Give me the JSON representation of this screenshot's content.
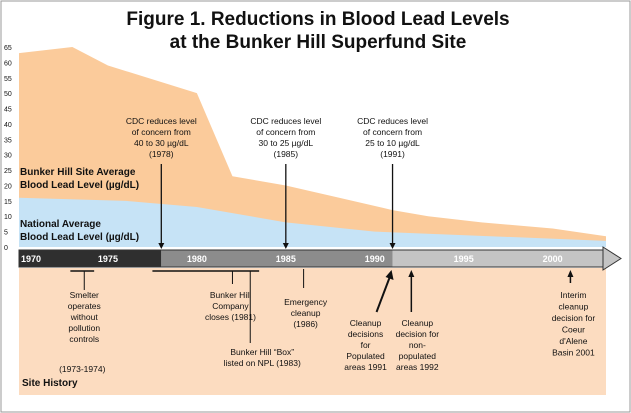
{
  "chart_data": {
    "type": "area",
    "title_line1": "Figure 1. Reductions in Blood Lead Levels",
    "title_line2": "at the Bunker Hill Superfund Site",
    "y_ticks": [
      0,
      5,
      10,
      15,
      20,
      25,
      30,
      35,
      40,
      45,
      50,
      55,
      60,
      65
    ],
    "ylim": [
      0,
      65
    ],
    "xlim": [
      1970,
      2003
    ],
    "series": [
      {
        "name_line1": "Bunker Hill Site Average",
        "name_line2": "Blood Lead Level (µg/dL)",
        "x": [
          1970,
          1973,
          1975,
          1980,
          1982,
          1985,
          1988,
          1991,
          1993,
          1996,
          2000,
          2003
        ],
        "values": [
          63,
          65,
          59,
          50,
          23,
          20,
          16,
          12,
          10,
          8,
          6,
          3.5
        ]
      },
      {
        "name_line1": "National Average",
        "name_line2": "Blood Lead Level (µg/dL)",
        "x": [
          1970,
          1976,
          1980,
          1985,
          1990,
          2003
        ],
        "values": [
          16,
          15,
          13,
          8,
          5,
          2
        ]
      }
    ],
    "timeline": {
      "labels": [
        "1970",
        "1975",
        "1980",
        "1985",
        "1990",
        "1995",
        "2000"
      ],
      "label_years": [
        1970,
        1975,
        1980,
        1985,
        1990,
        1995,
        2000
      ],
      "dark_end_year": 1978,
      "mid_end_year": 1991
    },
    "top_annotations": [
      {
        "year": 1978,
        "lines": [
          "CDC reduces level",
          "of concern from",
          "40 to 30 µg/dL",
          "(1978)"
        ]
      },
      {
        "year": 1985,
        "lines": [
          "CDC reduces level",
          "of concern from",
          "30 to 25 µg/dL",
          "(1985)"
        ]
      },
      {
        "year": 1991,
        "lines": [
          "CDC reduces level",
          "of concern from",
          "25 to 10 µg/dL",
          "(1991)"
        ]
      }
    ],
    "bottom_annotations": [
      {
        "year_start": 1973,
        "year_end": 1974,
        "lines": [
          "Smelter",
          "operates",
          "without",
          "pollution",
          "controls"
        ],
        "extra": "(1973-1974)"
      },
      {
        "year": 1981,
        "lines": [
          "Bunker Hill",
          "Company",
          "closes (1981)"
        ]
      },
      {
        "year": 1983,
        "lines": [
          "Bunker Hill “Box”",
          "listed on NPL (1983)"
        ]
      },
      {
        "year": 1986,
        "lines": [
          "Emergency",
          "cleanup",
          "(1986)"
        ]
      },
      {
        "year": 1991,
        "lines": [
          "Cleanup",
          "decisions",
          "for",
          "Populated",
          "areas 1991"
        ]
      },
      {
        "year": 1992,
        "lines": [
          "Cleanup",
          "decision for",
          "non-",
          "populated",
          "areas 1992"
        ]
      },
      {
        "year": 2001,
        "lines": [
          "Interim",
          "cleanup",
          "decision for",
          "Coeur",
          "d'Alene",
          "Basin 2001"
        ]
      }
    ],
    "site_history_label": "Site History"
  },
  "colors": {
    "site_area": "#fbcb9b",
    "national_area": "#c6e3f6",
    "history_bg": "#fcdcc0",
    "timeline_dark": "#2f2f2f",
    "timeline_mid": "#8c8c8c",
    "timeline_light": "#c4c4c4",
    "text": "#111111"
  }
}
